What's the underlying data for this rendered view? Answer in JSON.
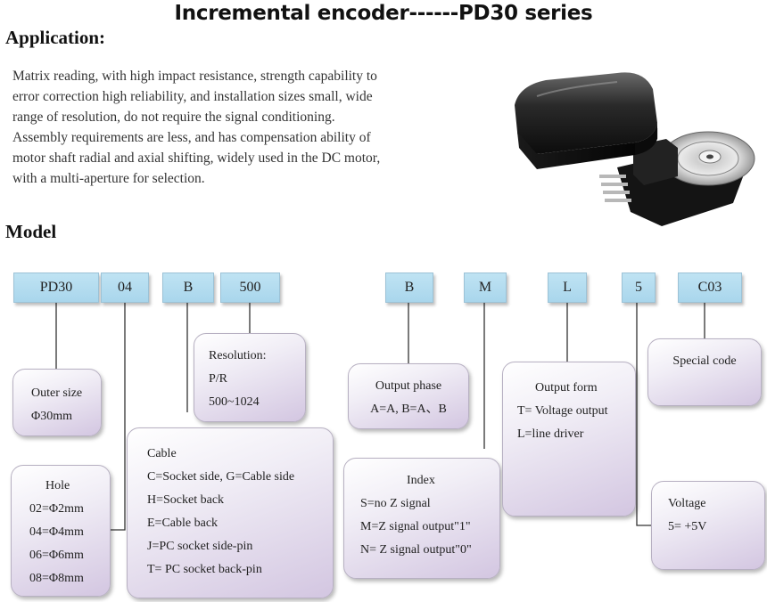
{
  "title": "Incremental encoder------PD30 series",
  "application": {
    "heading": "Application:",
    "lines": [
      "Matrix reading, with high impact resistance, strength capability to",
      "error correction high reliability, and installation sizes small, wide",
      "range of resolution, do not require the signal conditioning.",
      "Assembly requirements are less, and has compensation ability of",
      "motor shaft radial and axial shifting, widely used in the DC motor,",
      "with a multi-aperture for selection."
    ]
  },
  "model": {
    "heading": "Model",
    "codes": [
      "PD30",
      "04",
      "B",
      "500",
      "B",
      "M",
      "L",
      "5",
      "C03"
    ]
  },
  "boxes": {
    "outer_size": {
      "lines": [
        "Outer size",
        "Φ30mm"
      ]
    },
    "hole": {
      "lines": [
        "Hole",
        "02=Φ2mm",
        "04=Φ4mm",
        "06=Φ6mm",
        "08=Φ8mm"
      ]
    },
    "resolution": {
      "lines": [
        "Resolution:",
        "P/R",
        "500~1024"
      ]
    },
    "cable": {
      "lines": [
        "Cable",
        "C=Socket side, G=Cable side",
        "H=Socket back",
        "E=Cable back",
        "J=PC socket side-pin",
        "T= PC socket back-pin"
      ]
    },
    "output_phase": {
      "lines": [
        "Output phase",
        "A=A, B=A、B"
      ]
    },
    "index": {
      "lines": [
        "Index",
        "S=no Z signal",
        "M=Z signal output\"1\"",
        "N= Z signal output\"0\""
      ]
    },
    "output_form": {
      "lines": [
        "Output form",
        "T= Voltage output",
        "L=line driver"
      ]
    },
    "special_code": {
      "lines": [
        "Special code"
      ]
    },
    "voltage": {
      "lines": [
        "Voltage",
        "5= +5V"
      ]
    }
  },
  "colors": {
    "code_fill": "#b3dcef",
    "box_gradient_end": "#d3c6e1"
  }
}
